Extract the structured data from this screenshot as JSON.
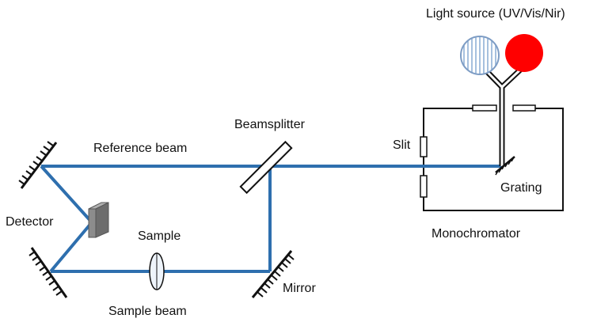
{
  "labels": {
    "light_source": "Light source (UV/Vis/Nir)",
    "beamsplitter": "Beamsplitter",
    "reference_beam": "Reference beam",
    "slit": "Slit",
    "grating": "Grating",
    "detector": "Detector",
    "sample": "Sample",
    "mirror": "Mirror",
    "sample_beam": "Sample beam",
    "monochromator": "Monochromator"
  },
  "colors": {
    "beam": "#2e6fae",
    "source_red": "#ff0000",
    "source_hatched": "#8fb0d6",
    "detector": "#8c8c8c"
  }
}
